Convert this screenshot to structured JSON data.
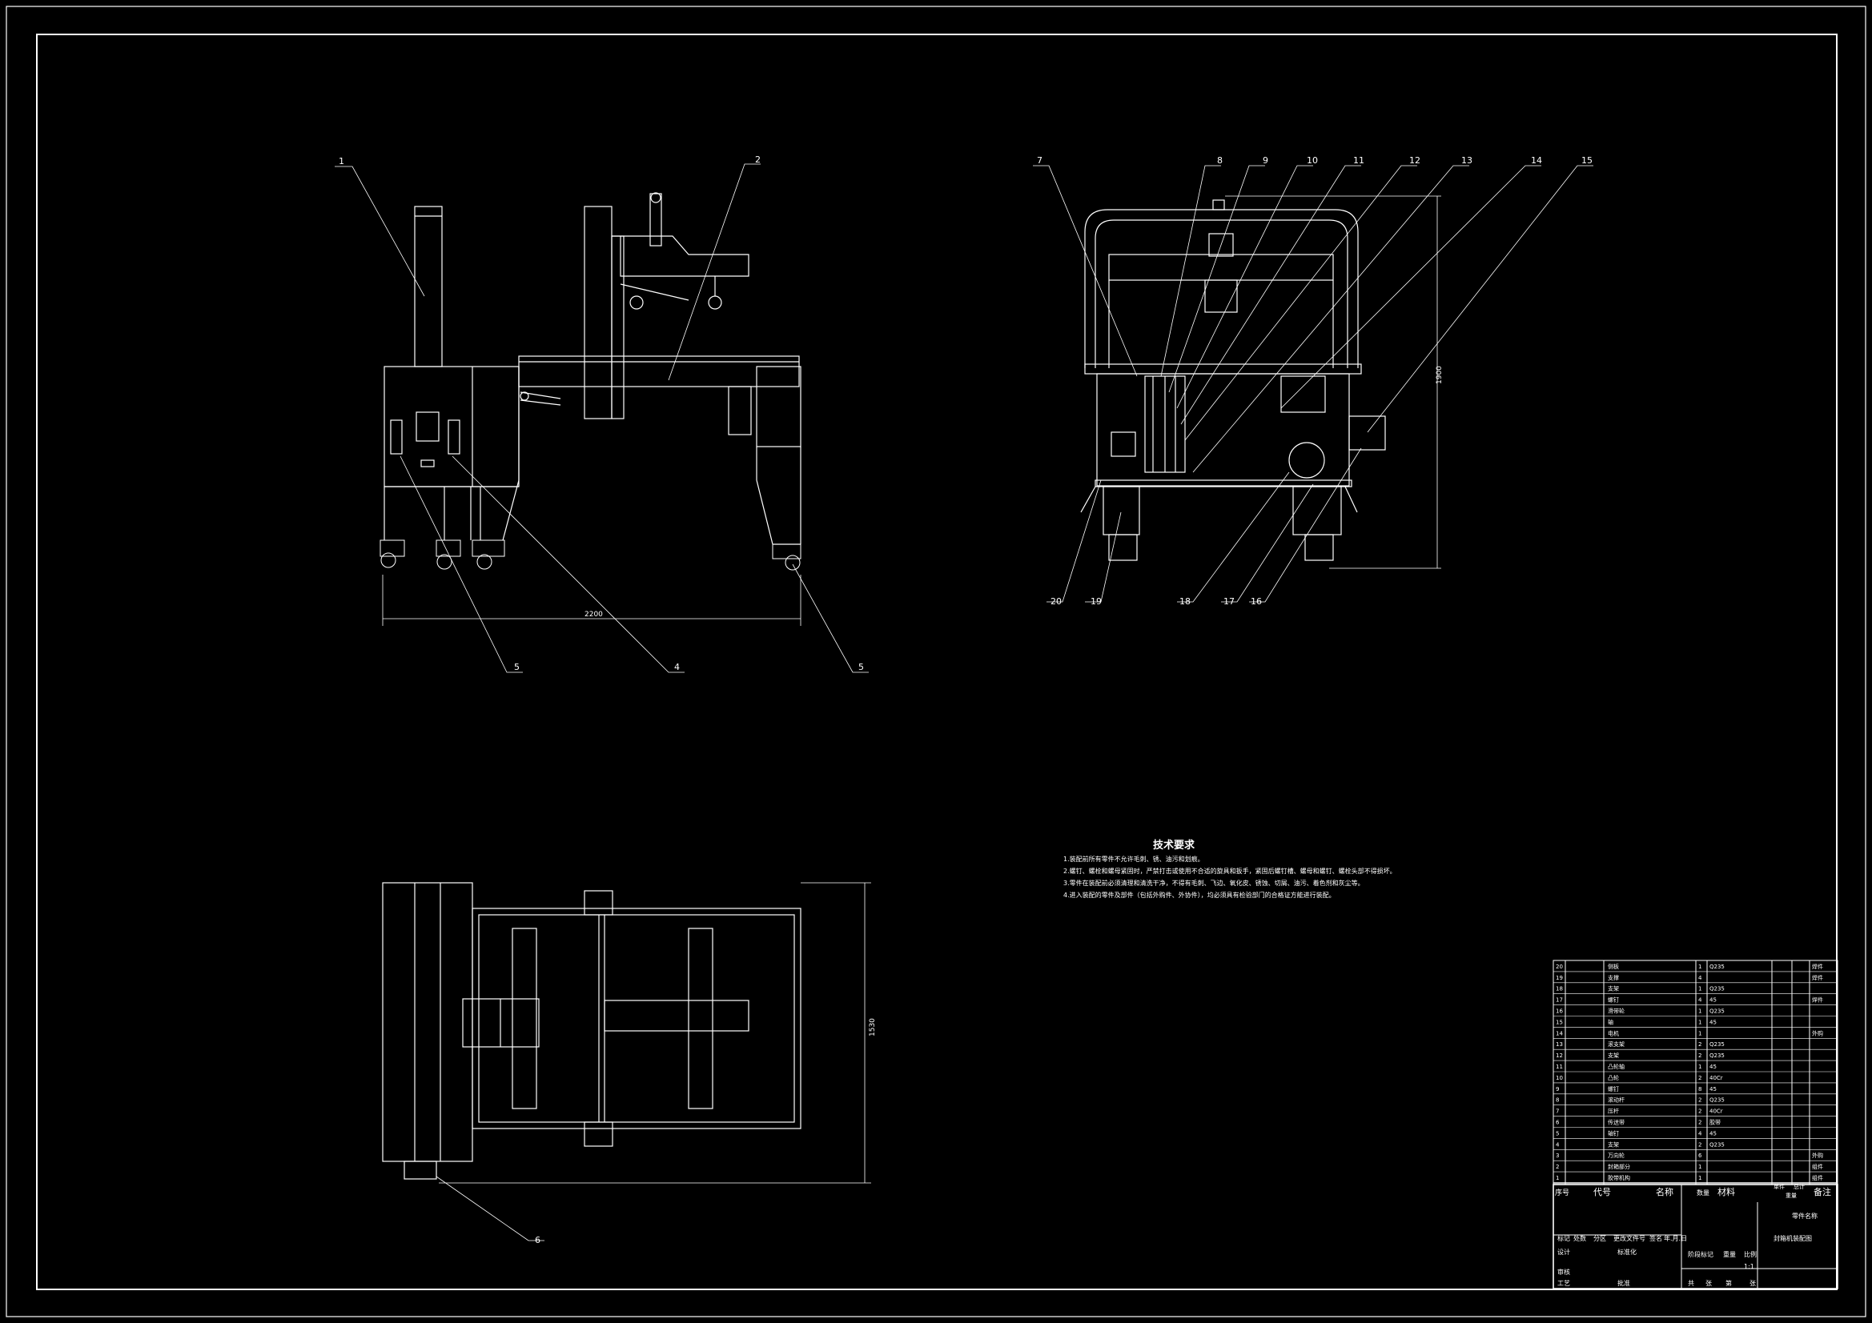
{
  "drawing": {
    "front_view": {
      "leaders": [
        "1",
        "2",
        "5",
        "4",
        "5"
      ],
      "dimension": "2200"
    },
    "side_view": {
      "leaders": [
        "7",
        "8",
        "9",
        "10",
        "11",
        "12",
        "13",
        "14",
        "15",
        "20",
        "19",
        "18",
        "17",
        "16"
      ],
      "dimension": "1900"
    },
    "top_view": {
      "leaders": [
        "6"
      ],
      "dimension": "1530"
    },
    "technical_requirements": {
      "title": "技术要求",
      "items": [
        "1.装配前所有零件不允许毛刺、锈、油污和划痕。",
        "2.螺钉、螺栓和螺母紧固时，严禁打击或使用不合适的旋具和扳手，紧固后螺钉槽、螺母和螺钉、螺栓头部不得损坏。",
        "3.零件在装配前必须清理和清洗干净，不得有毛刺、飞边、氧化皮、锈蚀、切屑、油污、着色剂和灰尘等。",
        "4.进入装配的零件及部件（包括外购件、外协件），均必须具有检验部门的合格证方能进行装配。"
      ]
    },
    "bom": {
      "rows": [
        {
          "no": "20",
          "name": "侧板",
          "qty": "1",
          "material": "Q235",
          "note": "焊件"
        },
        {
          "no": "19",
          "name": "支撑",
          "qty": "4",
          "material": "",
          "note": "焊件"
        },
        {
          "no": "18",
          "name": "支架",
          "qty": "1",
          "material": "Q235",
          "note": ""
        },
        {
          "no": "17",
          "name": "螺钉",
          "qty": "4",
          "material": "45",
          "note": "焊件"
        },
        {
          "no": "16",
          "name": "滑带轮",
          "qty": "1",
          "material": "Q235",
          "note": ""
        },
        {
          "no": "15",
          "name": "轴",
          "qty": "1",
          "material": "45",
          "note": ""
        },
        {
          "no": "14",
          "name": "电机",
          "qty": "1",
          "material": "",
          "note": "外购"
        },
        {
          "no": "13",
          "name": "滚支架",
          "qty": "2",
          "material": "Q235",
          "note": ""
        },
        {
          "no": "12",
          "name": "支架",
          "qty": "2",
          "material": "Q235",
          "note": ""
        },
        {
          "no": "11",
          "name": "凸轮轴",
          "qty": "1",
          "material": "45",
          "note": ""
        },
        {
          "no": "10",
          "name": "凸轮",
          "qty": "2",
          "material": "40Cr",
          "note": ""
        },
        {
          "no": "9",
          "name": "螺钉",
          "qty": "8",
          "material": "45",
          "note": ""
        },
        {
          "no": "8",
          "name": "滚动杆",
          "qty": "2",
          "material": "Q235",
          "note": ""
        },
        {
          "no": "7",
          "name": "压杆",
          "qty": "2",
          "material": "40Cr",
          "note": ""
        },
        {
          "no": "6",
          "name": "传送带",
          "qty": "2",
          "material": "胶带",
          "note": ""
        },
        {
          "no": "5",
          "name": "轴钉",
          "qty": "4",
          "material": "45",
          "note": ""
        },
        {
          "no": "4",
          "name": "支架",
          "qty": "2",
          "material": "Q235",
          "note": ""
        },
        {
          "no": "3",
          "name": "万向轮",
          "qty": "6",
          "material": "",
          "note": "外购"
        },
        {
          "no": "2",
          "name": "封箱部分",
          "qty": "1",
          "material": "",
          "note": "组件"
        },
        {
          "no": "1",
          "name": "胶带机构",
          "qty": "1",
          "material": "",
          "note": "组件"
        }
      ],
      "header": {
        "no": "序号",
        "code": "代号",
        "name": "名称",
        "qty": "数量",
        "material": "材料",
        "unit_weight": "单件",
        "total_weight": "总计",
        "weight": "重量",
        "note": "备注"
      }
    },
    "title_block": {
      "org": "零件名称",
      "drawing_name": "封箱机装配图",
      "labels": [
        "标记",
        "处数",
        "分区",
        "更改文件号",
        "签名",
        "年.月.日",
        "设计",
        "标准化",
        "审核",
        "工艺",
        "批准",
        "阶段标记",
        "重量",
        "比例",
        "共",
        "张",
        "第",
        "张"
      ],
      "scale": "1:1"
    }
  }
}
